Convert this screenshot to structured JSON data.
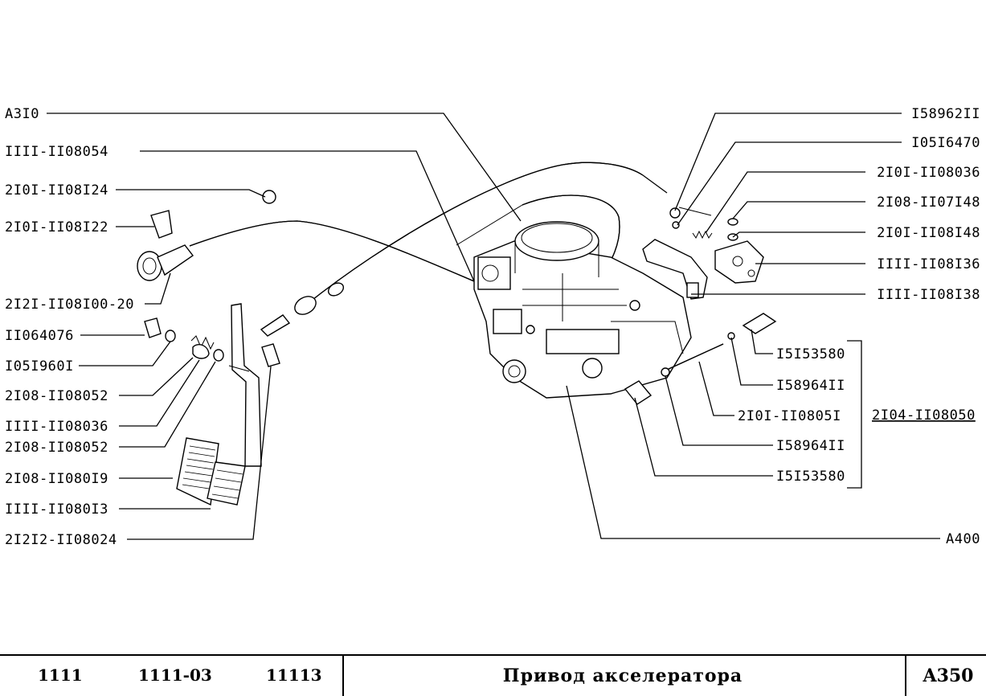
{
  "title": "Привод акселератора",
  "page_code": "A350",
  "models": [
    "1111",
    "1111-03",
    "11113"
  ],
  "callouts_left": [
    "A3I0",
    "IIII-II08054",
    "2I0I-II08I24",
    "2I0I-II08I22",
    "2I2I-II08I00-20",
    "II064076",
    "I05I960I",
    "2I08-II08052",
    "IIII-II08036",
    "2I08-II08052",
    "2I08-II080I9",
    "IIII-II080I3",
    "2I2I2-II08024"
  ],
  "callouts_right": [
    "I58962II",
    "I05I6470",
    "2I0I-II08036",
    "2I08-II07I48",
    "2I0I-II08I48",
    "IIII-II08I36",
    "IIII-II08I38",
    "I5I53580",
    "I58964II",
    "2I0I-II0805I",
    "I58964II",
    "I5I53580",
    "A400"
  ],
  "assembly_label": "2I04-II08050"
}
